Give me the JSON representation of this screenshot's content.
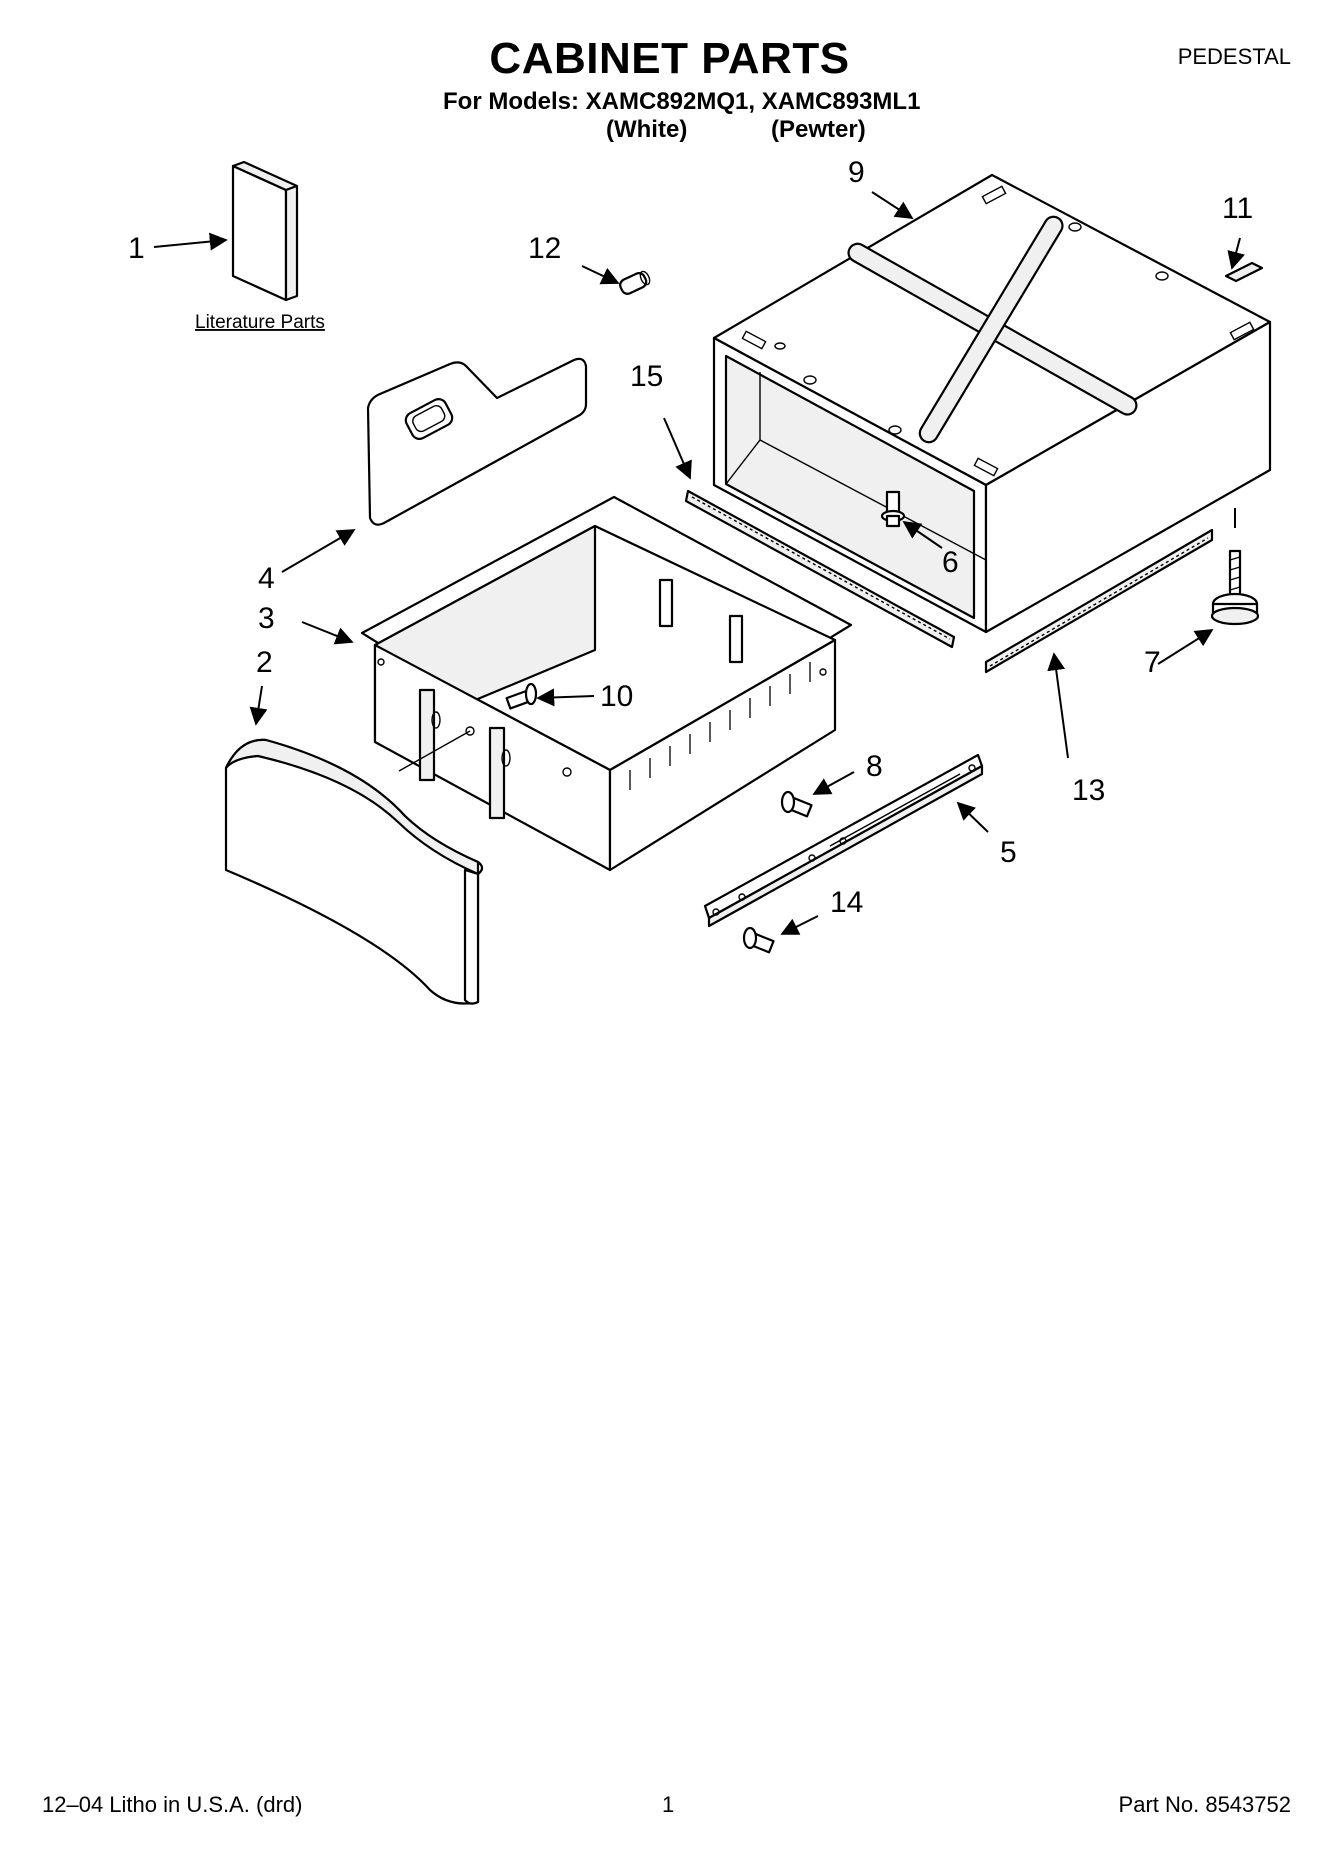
{
  "header": {
    "title": "CABINET PARTS",
    "models": "For Models: XAMC892MQ1, XAMC893ML1",
    "variant_white": "(White)",
    "variant_pewter": "(Pewter)",
    "section": "PEDESTAL"
  },
  "diagram": {
    "literature_label": "Literature Parts",
    "callouts": {
      "c1": "1",
      "c2": "2",
      "c3": "3",
      "c4": "4",
      "c5": "5",
      "c6": "6",
      "c7": "7",
      "c8": "8",
      "c9": "9",
      "c10": "10",
      "c11": "11",
      "c12": "12",
      "c13": "13",
      "c14": "14",
      "c15": "15"
    }
  },
  "footer": {
    "litho": "12–04 Litho in U.S.A. (drd)",
    "page": "1",
    "part_no": "Part No. 8543752"
  }
}
